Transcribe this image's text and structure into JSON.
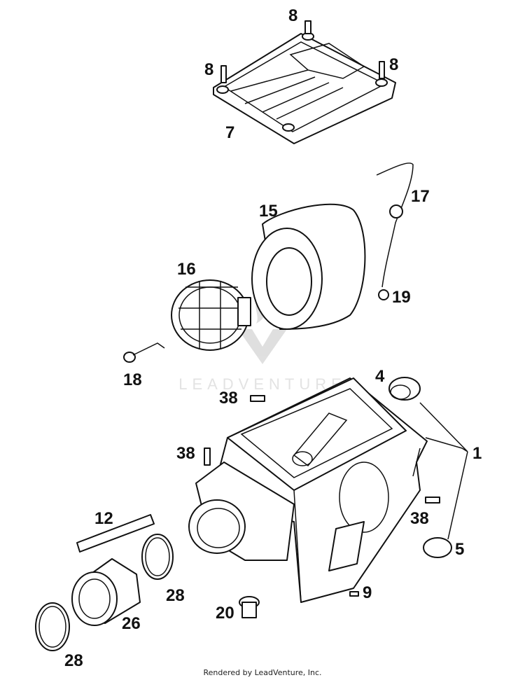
{
  "watermark": {
    "text": "LEADVENTURE"
  },
  "footer": {
    "text": "Rendered by LeadVenture, Inc."
  },
  "callouts": {
    "c8_top": "8",
    "c8_left": "8",
    "c8_right": "8",
    "c7": "7",
    "c17": "17",
    "c15": "15",
    "c16": "16",
    "c19": "19",
    "c18": "18",
    "c4": "4",
    "c38_a": "38",
    "c38_b": "38",
    "c1": "1",
    "c12": "12",
    "c38_c": "38",
    "c5": "5",
    "c28_a": "28",
    "c9": "9",
    "c20": "20",
    "c26": "26",
    "c28_b": "28"
  }
}
